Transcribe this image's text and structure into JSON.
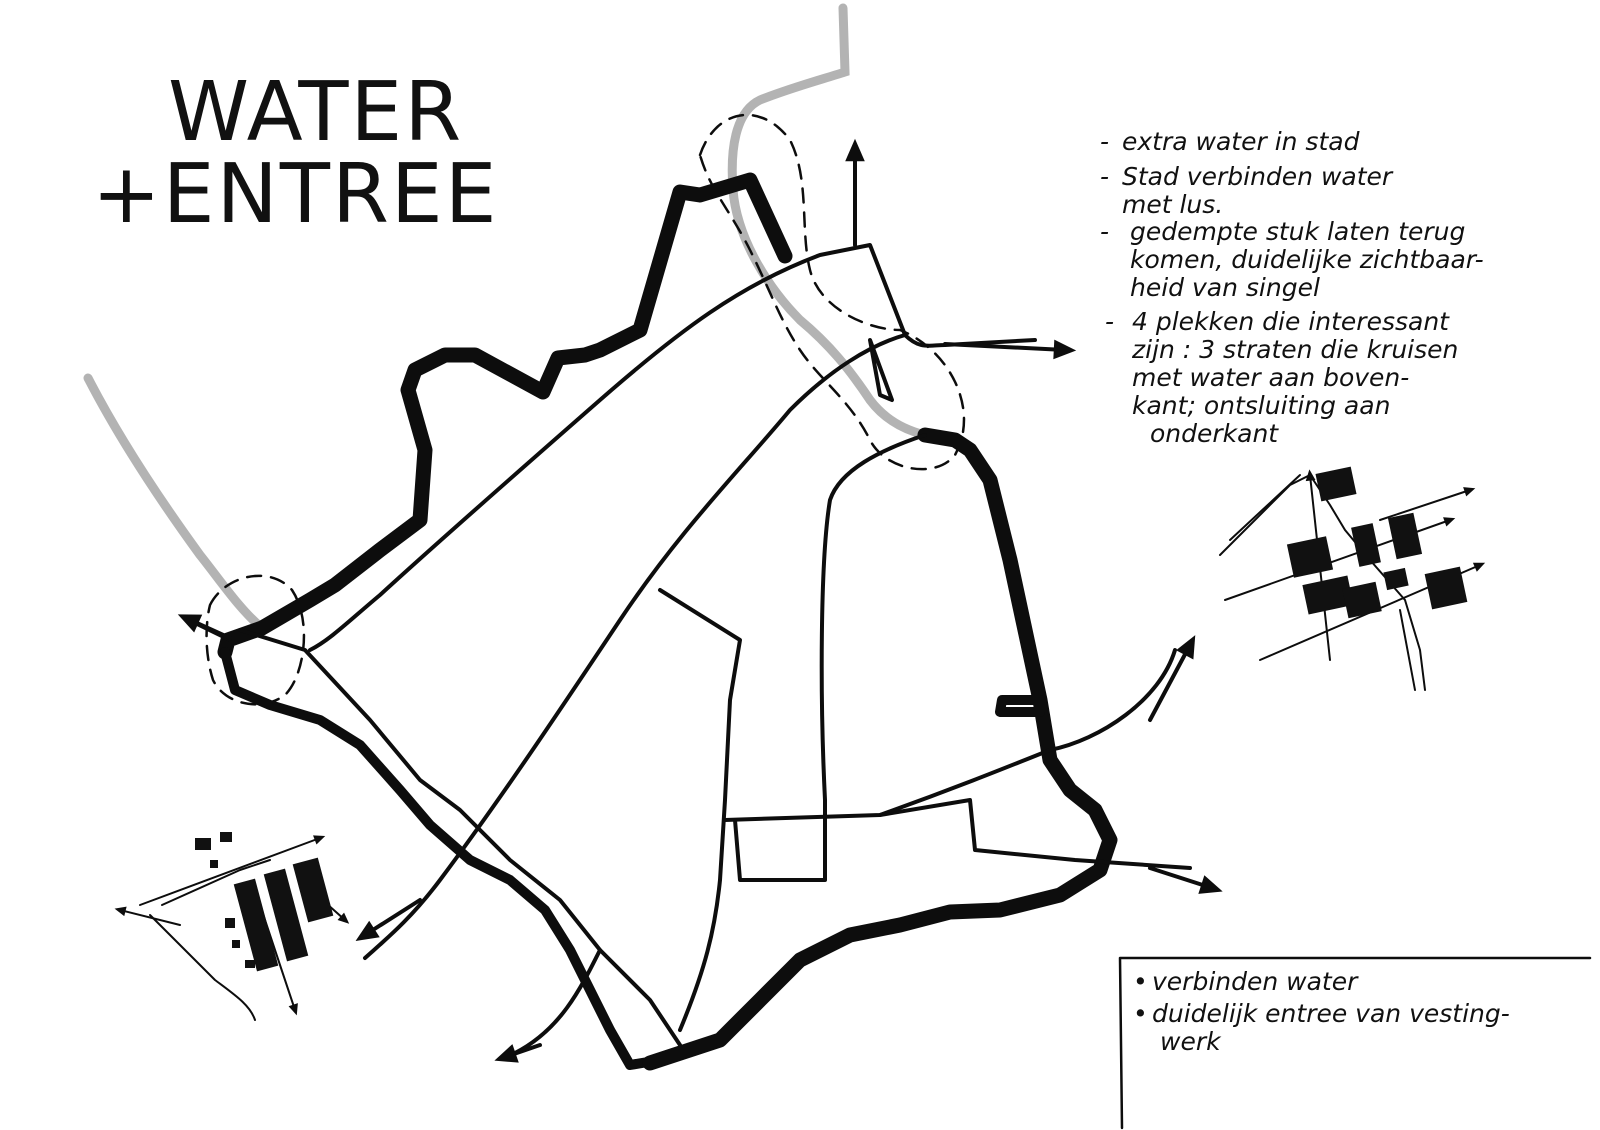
{
  "title": {
    "line1": "WATER",
    "line2": "+ENTREE"
  },
  "notes": [
    {
      "bullet": "-",
      "lines": [
        "extra water in stad"
      ]
    },
    {
      "bullet": "-",
      "lines": [
        "Stad verbinden water",
        "met lus."
      ]
    },
    {
      "bullet": "-",
      "lines": [
        "gedempte stuk laten terug",
        "komen, duidelijke zichtbaar-",
        "heid van singel"
      ]
    },
    {
      "bullet": "-",
      "lines": [
        "4 plekken die interessant",
        "zijn : 3 straten die kruisen",
        "met water aan boven-",
        "kant; ontsluiting aan",
        "onderkant"
      ]
    }
  ],
  "summary": [
    {
      "bullet": "•",
      "lines": [
        "verbinden water"
      ]
    },
    {
      "bullet": "•",
      "lines": [
        "duidelijk entree van vesting-",
        "werk"
      ]
    }
  ],
  "colors": {
    "ink": "#0d0d0d",
    "water_pencil": "#9a9a9a",
    "paper": "#ffffff"
  }
}
